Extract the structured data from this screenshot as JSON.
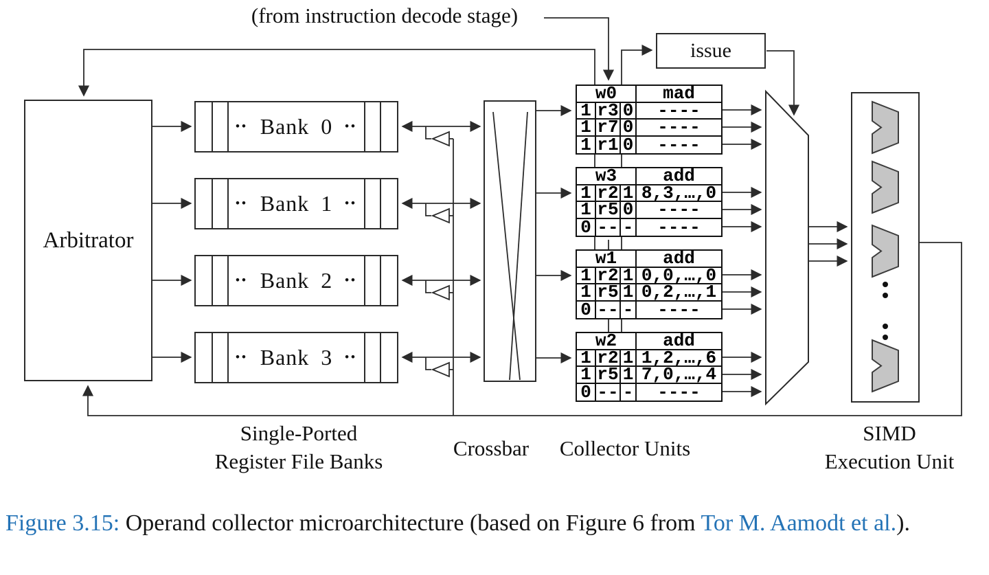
{
  "note_from_decode": "(from instruction decode stage)",
  "issue": {
    "label": "issue"
  },
  "arbitrator": {
    "label": "Arbitrator"
  },
  "bank_dots": "••",
  "banks": [
    "Bank 0",
    "Bank 1",
    "Bank 2",
    "Bank 3"
  ],
  "collector_units": [
    {
      "warp": "w0",
      "op": "mad",
      "rows": [
        [
          "1",
          "r3",
          "0",
          "----"
        ],
        [
          "1",
          "r7",
          "0",
          "----"
        ],
        [
          "1",
          "r1",
          "0",
          "----"
        ]
      ]
    },
    {
      "warp": "w3",
      "op": "add",
      "rows": [
        [
          "1",
          "r2",
          "1",
          "8,3,…,0"
        ],
        [
          "1",
          "r5",
          "0",
          "----"
        ],
        [
          "0",
          "--",
          "-",
          "----"
        ]
      ]
    },
    {
      "warp": "w1",
      "op": "add",
      "rows": [
        [
          "1",
          "r2",
          "1",
          "0,0,…,0"
        ],
        [
          "1",
          "r5",
          "1",
          "0,2,…,1"
        ],
        [
          "0",
          "--",
          "-",
          "----"
        ]
      ]
    },
    {
      "warp": "w2",
      "op": "add",
      "rows": [
        [
          "1",
          "r2",
          "1",
          "1,2,…,6"
        ],
        [
          "1",
          "r5",
          "1",
          "7,0,…,4"
        ],
        [
          "0",
          "--",
          "-",
          "----"
        ]
      ]
    }
  ],
  "labels": {
    "register_banks_line1": "Single-Ported",
    "register_banks_line2": "Register File Banks",
    "crossbar": "Crossbar",
    "collector_units": "Collector Units",
    "simd_line1": "SIMD",
    "simd_line2": "Execution Unit"
  },
  "caption": {
    "parts": [
      {
        "text": "Figure 3.15: ",
        "style": "link",
        "name": "caption-figure-number",
        "interactable": false
      },
      {
        "text": "Operand collector microarchitecture (based on Figure 6 from ",
        "style": "normal",
        "name": "caption-text",
        "interactable": false
      },
      {
        "text": "Tor M. Aamodt et al.",
        "style": "link",
        "name": "caption-link-aamodt",
        "interactable": true
      },
      {
        "text": ").",
        "style": "normal",
        "name": "caption-text-end",
        "interactable": false
      }
    ]
  },
  "colors": {
    "link_blue": "#2473b6",
    "alu_fill": "#c5c5c5",
    "wire": "#2b2b2b"
  }
}
